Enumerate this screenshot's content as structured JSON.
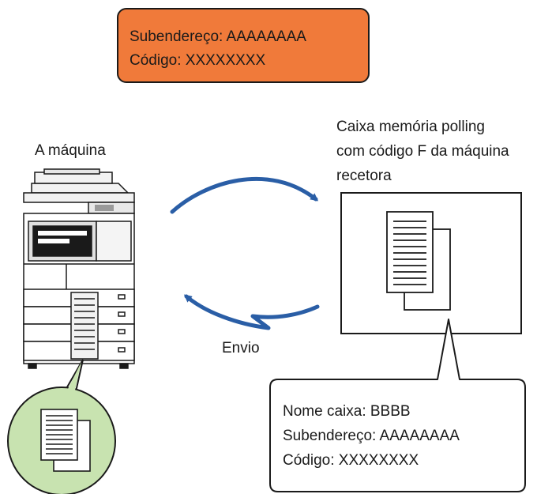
{
  "top_box": {
    "line1": "Subendereço: AAAAAAAA",
    "line2": "Código: XXXXXXXX"
  },
  "machine": {
    "label": "A máquina"
  },
  "memory_box": {
    "line1": "Caixa memória polling",
    "line2": "com código F da máquina",
    "line3": "recetora"
  },
  "send": {
    "label": "Envio"
  },
  "callout": {
    "line1": "Nome caixa: BBBB",
    "line2": "Subendereço: AAAAAAAA",
    "line3": "Código: XXXXXXXX"
  },
  "colors": {
    "orange": "#f07a3a",
    "arrow_blue": "#2a5ea6",
    "green_circle": "#c8e3b0",
    "outline": "#1a1a1a"
  },
  "icons": [
    "multifunction-printer-icon",
    "document-stack-icon",
    "curved-arrow-icon"
  ]
}
